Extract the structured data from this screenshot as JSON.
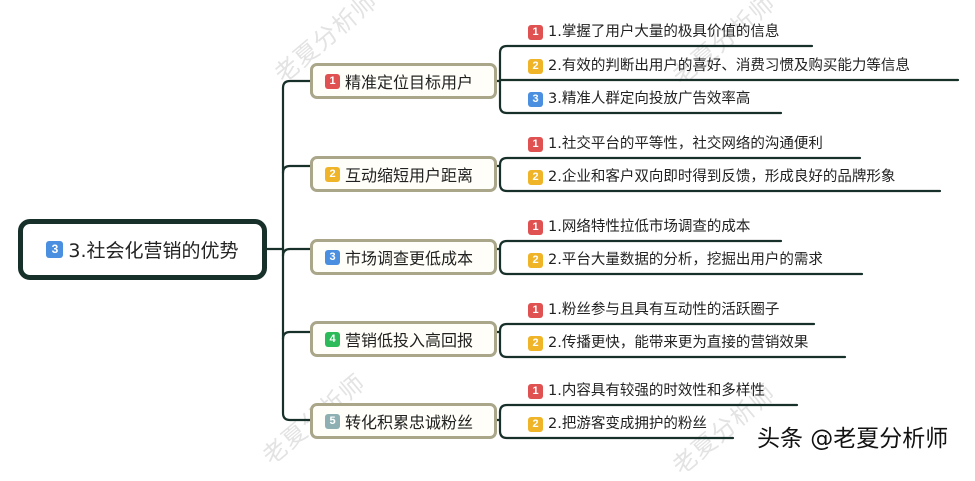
{
  "colors": {
    "badge_1": "#e05252",
    "badge_2": "#f0b429",
    "badge_3": "#4a8fe0",
    "badge_4": "#2dbb5a",
    "badge_5": "#8fb0b3",
    "line": "#17302a",
    "branch_border": "#a9a68a"
  },
  "watermarks": [
    "老夏分析师",
    "老夏分析师",
    "老夏分析师",
    "老夏分析师"
  ],
  "root": {
    "badge": "3",
    "label": "3.社会化营销的优势"
  },
  "branches": [
    {
      "badge": "1",
      "label": "精准定位目标用户",
      "items": [
        {
          "badge": "1",
          "label": "1.掌握了用户大量的极具价值的信息"
        },
        {
          "badge": "2",
          "label": "2.有效的判断出用户的喜好、消费习惯及购买能力等信息"
        },
        {
          "badge": "3",
          "label": "3.精准人群定向投放广告效率高"
        }
      ]
    },
    {
      "badge": "2",
      "label": "互动缩短用户距离",
      "items": [
        {
          "badge": "1",
          "label": "1.社交平台的平等性，社交网络的沟通便利"
        },
        {
          "badge": "2",
          "label": "2.企业和客户双向即时得到反馈，形成良好的品牌形象"
        }
      ]
    },
    {
      "badge": "3",
      "label": "市场调查更低成本",
      "items": [
        {
          "badge": "1",
          "label": "1.网络特性拉低市场调查的成本"
        },
        {
          "badge": "2",
          "label": "2.平台大量数据的分析，挖掘出用户的需求"
        }
      ]
    },
    {
      "badge": "4",
      "label": "营销低投入高回报",
      "items": [
        {
          "badge": "1",
          "label": "1.粉丝参与且具有互动性的活跃圈子"
        },
        {
          "badge": "2",
          "label": "2.传播更快，能带来更为直接的营销效果"
        }
      ]
    },
    {
      "badge": "5",
      "label": "转化积累忠诚粉丝",
      "items": [
        {
          "badge": "1",
          "label": "1.内容具有较强的时效性和多样性"
        },
        {
          "badge": "2",
          "label": "2.把游客变成拥护的粉丝"
        }
      ]
    }
  ],
  "signature": "头条 @老夏分析师"
}
